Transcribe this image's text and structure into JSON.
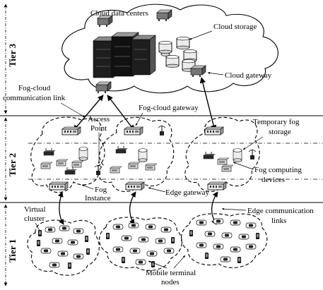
{
  "tiers": {
    "tier3": "Tier 3",
    "tier2": "Tier 2",
    "tier1": "Tier 1"
  },
  "labels": {
    "cloud_data_centers": "Cloud data centers",
    "cloud_storage": "Cloud storage",
    "cloud_gateway": "Cloud gateway",
    "fog_cloud_link_line1": "Fog-cloud",
    "fog_cloud_link_line2": "communication link",
    "fog_cloud_gateway": "Fog-cloud gateway",
    "access_point_line1": "Access",
    "access_point_line2": "Point",
    "temp_fog_storage_line1": "Temporary fog",
    "temp_fog_storage_line2": "storage",
    "fog_instance_line1": "Fog",
    "fog_instance_line2": "Instance",
    "edge_gateway": "Edge gateway",
    "fog_computing_devices_line1": "Fog computing",
    "fog_computing_devices_line2": "devices",
    "virtual_cluster_line1": "Virtual",
    "virtual_cluster_line2": "cluster",
    "edge_comm_links_line1": "Edge communication",
    "edge_comm_links_line2": "links",
    "mobile_terminal_line1": "Mobile terminal",
    "mobile_terminal_line2": "nodes"
  },
  "colors": {
    "line": "#000000",
    "device_dark": "#2a2a2a",
    "device_light": "#d8d8d8"
  }
}
